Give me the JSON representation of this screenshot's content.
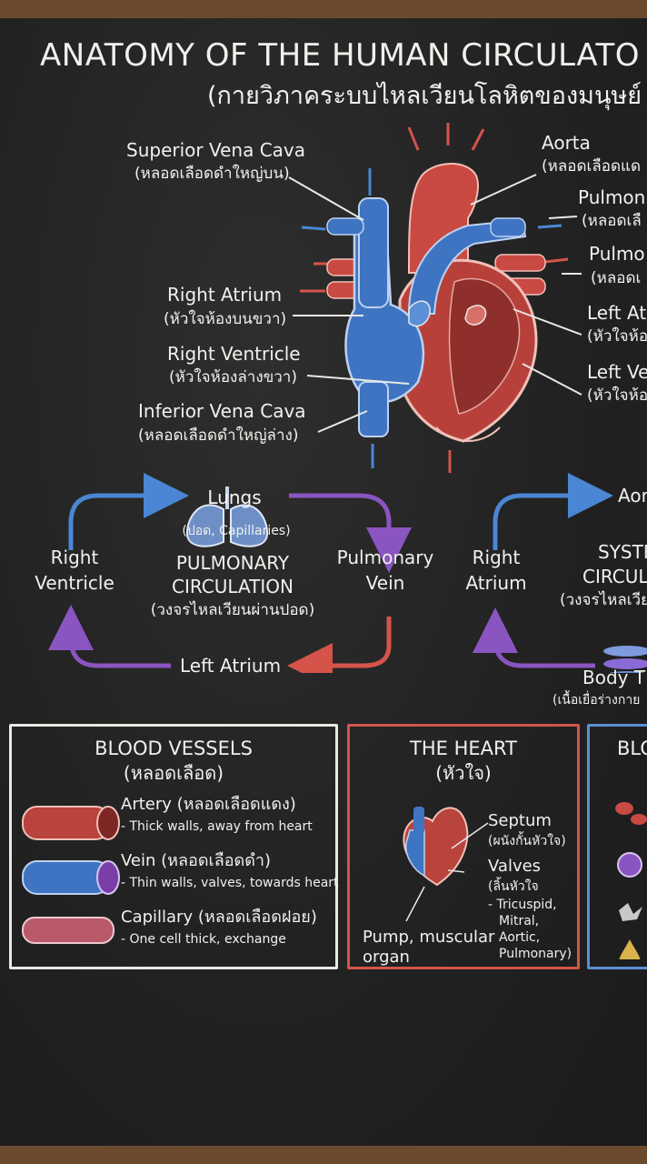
{
  "title": {
    "en": "ANATOMY OF THE HUMAN CIRCULATO",
    "th": "(กายวิภาคระบบไหลเวียนโลหิตของมนุษย์"
  },
  "heart_labels": {
    "svc": {
      "en": "Superior Vena Cava",
      "th": "(หลอดเลือดดำใหญ่บน)"
    },
    "aorta": {
      "en": "Aorta",
      "th": "(หลอดเลือดแด"
    },
    "pa1": {
      "en": "Pulmon",
      "th": "(หลอดเลื"
    },
    "pa2": {
      "en": "Pulmo",
      "th": "(หลอดเ"
    },
    "ra": {
      "en": "Right Atrium",
      "th": "(หัวใจห้องบนขวา)"
    },
    "la": {
      "en": "Left At",
      "th": "(หัวใจห้อ"
    },
    "rv": {
      "en": "Right Ventricle",
      "th": "(หัวใจห้องล่างขวา)"
    },
    "lv": {
      "en": "Left Ve",
      "th": "(หัวใจห้อ"
    },
    "ivc": {
      "en": "Inferior Vena Cava",
      "th": "(หลอดเลือดดำใหญ่ล่าง)"
    }
  },
  "pulmonary": {
    "lungs": "Lungs",
    "lungs_sub": "(ปอด, Capillaries)",
    "right_ventricle_1": "Right",
    "right_ventricle_2": "Ventricle",
    "title_1": "PULMONARY",
    "title_2": "CIRCULATION",
    "title_th": "(วงจรไหลเวียนผ่านปอด)",
    "pv_1": "Pulmonary",
    "pv_2": "Vein",
    "left_atrium": "Left Atrium"
  },
  "systemic": {
    "aorta": "Aor",
    "right_atrium_1": "Right",
    "right_atrium_2": "Atrium",
    "title_1": "SYSTE",
    "title_2": "CIRCUL",
    "title_th": "(วงจรไหลเวีย",
    "body": "Body T",
    "body_th": "(เนื้อเยื่อร่างกาย"
  },
  "vessels_panel": {
    "title": "BLOOD VESSELS",
    "title_th": "(หลอดเลือด)",
    "items": [
      {
        "name": "Artery (หลอดเลือดแดง)",
        "desc": "- Thick walls, away from heart"
      },
      {
        "name": "Vein (หลอดเลือดดำ)",
        "desc": "- Thin walls, valves, towards heart"
      },
      {
        "name": "Capillary (หลอดเลือดฝอย)",
        "desc": "- One cell thick, exchange"
      }
    ]
  },
  "heart_panel": {
    "title": "THE HEART",
    "title_th": "(หัวใจ)",
    "septum": "Septum",
    "septum_th": "(ผนังกั้นหัวใจ)",
    "valves": "Valves",
    "valves_th": "(ลิ้นหัวใจ",
    "valve_list_1": "- Tricuspid,",
    "valve_list_2": "Mitral,",
    "valve_list_3": "Aortic,",
    "valve_list_4": "Pulmonary)",
    "pump_1": "Pump, muscular",
    "pump_2": "organ"
  },
  "blood_panel": {
    "title": "BLO"
  },
  "colors": {
    "artery_red": "#c94a42",
    "vein_blue": "#3f7fd0",
    "pulm_purple": "#8a55c0",
    "chalk_white": "#f0f0ec"
  }
}
